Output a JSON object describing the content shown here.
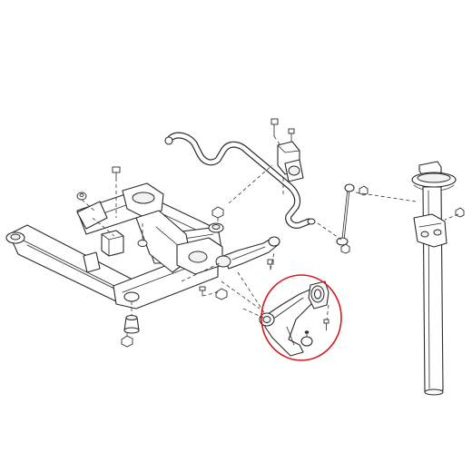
{
  "diagram": {
    "parts": [
      "front-subframe",
      "stabilizer-bar",
      "stabilizer-bushing-bracket",
      "stabilizer-link",
      "strut-assembly",
      "upper-control-arm",
      "lower-control-arm",
      "mount-bushings",
      "fasteners"
    ],
    "highlighted_part": "lower-control-arm"
  },
  "colors": {
    "line": "#2b2b2b",
    "highlight": "#d7191c",
    "background": "#ffffff"
  }
}
